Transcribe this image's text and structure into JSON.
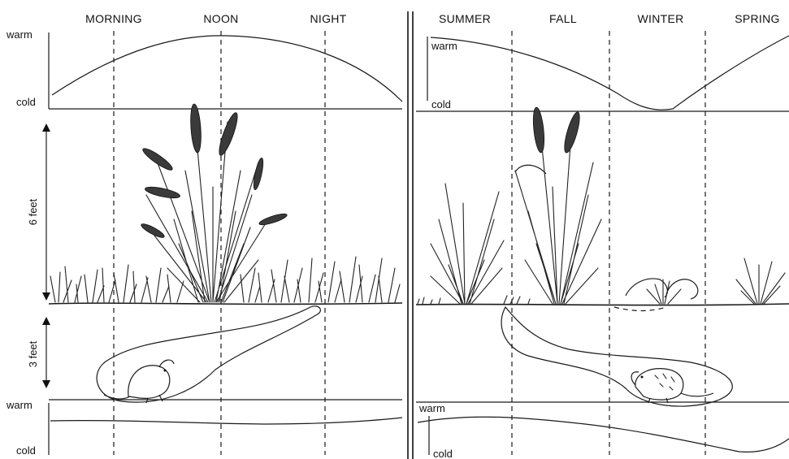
{
  "left_panel": {
    "columns": [
      "MORNING",
      "NOON",
      "NIGHT"
    ],
    "air_scale": {
      "top": "warm",
      "bottom": "cold"
    },
    "height_label": "6 feet",
    "depth_label": "3 feet",
    "soil_scale": {
      "top": "warm",
      "bottom": "cold"
    }
  },
  "right_panel": {
    "columns": [
      "SUMMER",
      "FALL",
      "WINTER",
      "SPRING"
    ],
    "air_scale": {
      "top": "warm",
      "bottom": "cold"
    },
    "soil_scale": {
      "top": "warm",
      "bottom": "cold"
    }
  }
}
